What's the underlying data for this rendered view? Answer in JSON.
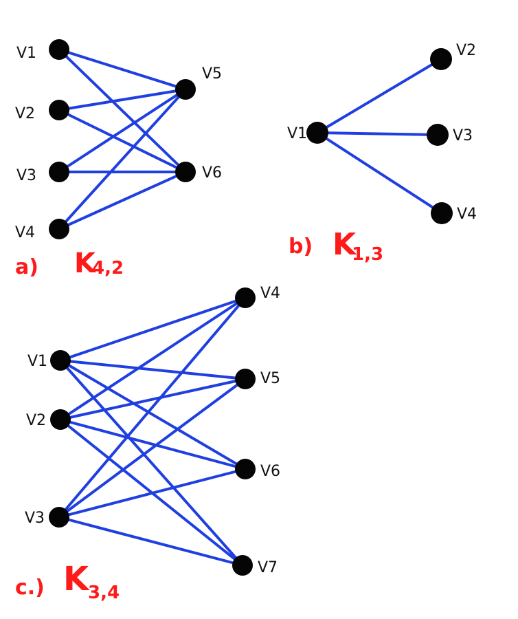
{
  "colors": {
    "edge": "#1f3fe0",
    "node": "#050505",
    "caption": "#ff1a1a",
    "text": "#111111"
  },
  "graphs": [
    {
      "id": "a",
      "caption_letter": "a)",
      "caption_main": "K",
      "caption_sub": "4,2",
      "vertices": [
        "V1",
        "V2",
        "V3",
        "V4",
        "V5",
        "V6"
      ],
      "edges": [
        [
          "V1",
          "V5"
        ],
        [
          "V1",
          "V6"
        ],
        [
          "V2",
          "V5"
        ],
        [
          "V2",
          "V6"
        ],
        [
          "V3",
          "V5"
        ],
        [
          "V3",
          "V6"
        ],
        [
          "V4",
          "V5"
        ],
        [
          "V4",
          "V6"
        ]
      ]
    },
    {
      "id": "b",
      "caption_letter": "b)",
      "caption_main": "K",
      "caption_sub": "1,3",
      "vertices": [
        "V1",
        "V2",
        "V3",
        "V4"
      ],
      "edges": [
        [
          "V1",
          "V2"
        ],
        [
          "V1",
          "V3"
        ],
        [
          "V1",
          "V4"
        ]
      ]
    },
    {
      "id": "c",
      "caption_letter": "c.)",
      "caption_main": "K",
      "caption_sub": "3,4",
      "vertices": [
        "V1",
        "V2",
        "V3",
        "V4",
        "V5",
        "V6",
        "V7"
      ],
      "edges": [
        [
          "V1",
          "V4"
        ],
        [
          "V1",
          "V5"
        ],
        [
          "V1",
          "V6"
        ],
        [
          "V1",
          "V7"
        ],
        [
          "V2",
          "V4"
        ],
        [
          "V2",
          "V5"
        ],
        [
          "V2",
          "V6"
        ],
        [
          "V2",
          "V7"
        ],
        [
          "V3",
          "V4"
        ],
        [
          "V3",
          "V5"
        ],
        [
          "V3",
          "V6"
        ],
        [
          "V3",
          "V7"
        ]
      ]
    }
  ]
}
